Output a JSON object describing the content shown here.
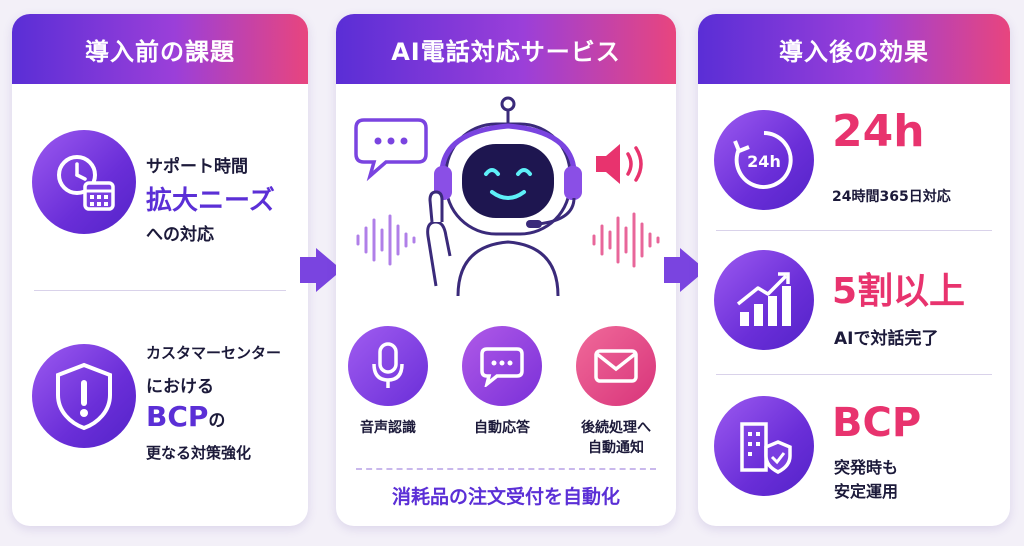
{
  "left_panel": {
    "title": "導入前の課題",
    "issue1": {
      "line1": "サポート時間",
      "line2": "拡大ニーズ",
      "line3": "への対応"
    },
    "issue2": {
      "line1": "カスタマーセンター",
      "line2": "における",
      "line3": "BCP",
      "line3_suffix": "の",
      "line4": "更なる対策強化"
    }
  },
  "mid_panel": {
    "title": "AI電話対応サービス",
    "features": [
      {
        "label": "音声認識",
        "icon": "microphone-icon"
      },
      {
        "label": "自動応答",
        "icon": "chat-bubble-icon"
      },
      {
        "label": "後続処理へ",
        "label2": "自動通知",
        "icon": "mail-icon"
      }
    ],
    "footer": "消耗品の注文受付を自動化"
  },
  "right_panel": {
    "title": "導入後の効果",
    "effects": [
      {
        "headline": "24h",
        "sub": "24時間365日対応",
        "icon": "clock-24h-icon"
      },
      {
        "headline": "5割以上",
        "sub": "AIで対話完了",
        "icon": "growth-chart-icon"
      },
      {
        "headline": "BCP",
        "sub": "突発時も",
        "sub2": "安定運用",
        "icon": "building-shield-icon"
      }
    ]
  },
  "colors": {
    "primary": "#5b2fd6",
    "accent_pink": "#e8336e",
    "gradient_start": "#5a2ed6",
    "gradient_end": "#e8457e"
  }
}
